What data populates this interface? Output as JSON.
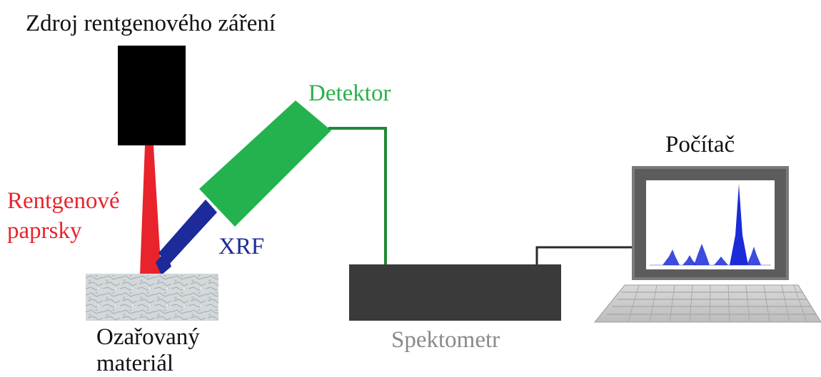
{
  "labels": {
    "source": "Zdroj rentgenového záření",
    "detector": "Detektor",
    "computer": "Počítač",
    "xray_line1": "Rentgenové",
    "xray_line2": "paprsky",
    "xrf": "XRF",
    "material_line1": "Ozařovaný",
    "material_line2": "materiál",
    "spectrometer": "Spektometr"
  },
  "colors": {
    "source_box": "#000000",
    "xray_beam": "#e8232b",
    "xrf_beam": "#1c2a9a",
    "detector": "#24b24f",
    "detector_label": "#2bb04a",
    "cable_green": "#1e8a35",
    "spectrometer": "#3a3a3a",
    "spectrometer_label": "#8a8a8a",
    "monitor_frame": "#6b6b6b",
    "spectrum_peaks": "#1b2bd8",
    "material": "#cfd4d6"
  },
  "icons": {
    "source": "x-ray-tube-icon",
    "detector": "detector-icon",
    "computer": "computer-monitor-icon",
    "keyboard": "keyboard-icon",
    "sample": "sample-block-icon",
    "spectrometer": "spectrometer-box-icon"
  }
}
